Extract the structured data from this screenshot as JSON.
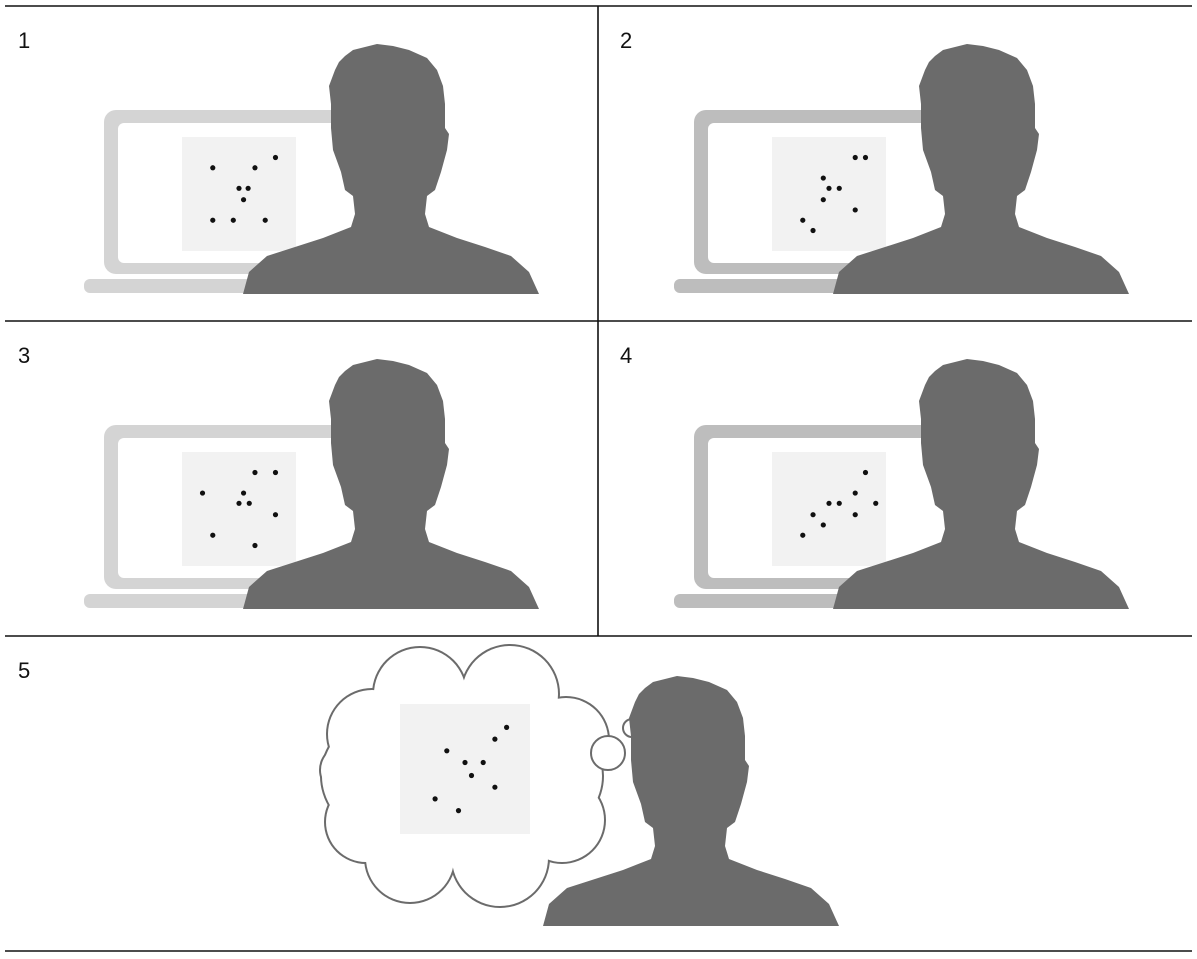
{
  "figure": {
    "colors": {
      "silhouette": "#6b6b6b",
      "laptop_light": "#d4d4d4",
      "laptop_dark": "#bdbdbd",
      "screen_plot_bg": "#f2f2f2",
      "dot": "#111111",
      "thought_outline": "#6b6b6b",
      "thought_fill": "#ffffff",
      "rule": "#111111"
    },
    "panels": [
      {
        "label": "1",
        "icon": "person-viewing-laptop",
        "laptop_tone": "light",
        "points": [
          [
            0.27,
            0.27
          ],
          [
            0.64,
            0.27
          ],
          [
            0.82,
            0.18
          ],
          [
            0.5,
            0.45
          ],
          [
            0.58,
            0.45
          ],
          [
            0.54,
            0.55
          ],
          [
            0.27,
            0.73
          ],
          [
            0.45,
            0.73
          ],
          [
            0.73,
            0.73
          ]
        ]
      },
      {
        "label": "2",
        "icon": "person-viewing-laptop",
        "laptop_tone": "dark",
        "points": [
          [
            0.73,
            0.18
          ],
          [
            0.82,
            0.18
          ],
          [
            0.45,
            0.36
          ],
          [
            0.5,
            0.45
          ],
          [
            0.59,
            0.45
          ],
          [
            0.45,
            0.55
          ],
          [
            0.73,
            0.64
          ],
          [
            0.27,
            0.73
          ],
          [
            0.36,
            0.82
          ]
        ]
      },
      {
        "label": "3",
        "icon": "person-viewing-laptop",
        "laptop_tone": "light",
        "points": [
          [
            0.64,
            0.18
          ],
          [
            0.82,
            0.18
          ],
          [
            0.18,
            0.36
          ],
          [
            0.54,
            0.36
          ],
          [
            0.5,
            0.45
          ],
          [
            0.59,
            0.45
          ],
          [
            0.82,
            0.55
          ],
          [
            0.27,
            0.73
          ],
          [
            0.64,
            0.82
          ]
        ]
      },
      {
        "label": "4",
        "icon": "person-viewing-laptop",
        "laptop_tone": "dark",
        "points": [
          [
            0.82,
            0.18
          ],
          [
            0.73,
            0.36
          ],
          [
            0.5,
            0.45
          ],
          [
            0.59,
            0.45
          ],
          [
            0.91,
            0.45
          ],
          [
            0.36,
            0.55
          ],
          [
            0.73,
            0.55
          ],
          [
            0.45,
            0.64
          ],
          [
            0.27,
            0.73
          ]
        ]
      },
      {
        "label": "5",
        "icon": "person-thinking-thought-bubble",
        "points": [
          [
            0.82,
            0.18
          ],
          [
            0.73,
            0.27
          ],
          [
            0.36,
            0.36
          ],
          [
            0.5,
            0.45
          ],
          [
            0.64,
            0.45
          ],
          [
            0.55,
            0.55
          ],
          [
            0.73,
            0.64
          ],
          [
            0.27,
            0.73
          ],
          [
            0.45,
            0.82
          ]
        ]
      }
    ]
  }
}
